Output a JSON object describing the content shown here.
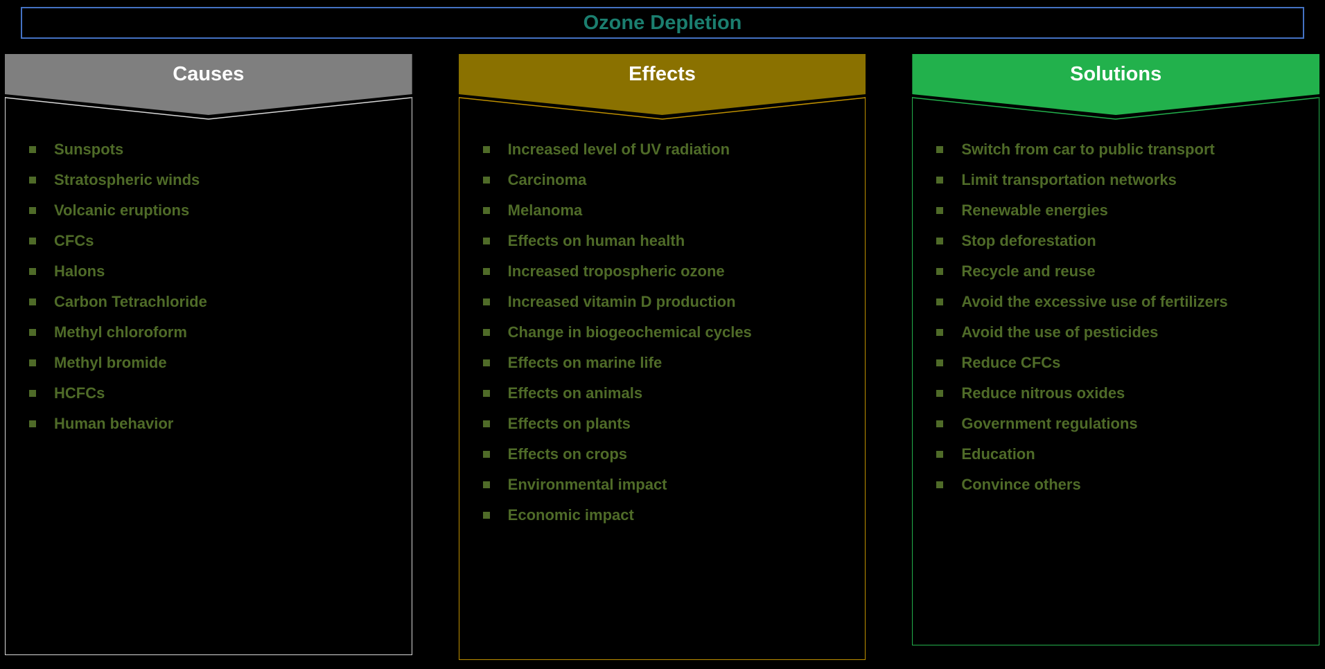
{
  "title": "Ozone Depletion",
  "title_color": "#1b7e6f",
  "title_border_color": "#4472c4",
  "background_color": "#000000",
  "item_text_color": "#4f6b28",
  "bullet_icon": "square-bullet",
  "columns": [
    {
      "label": "Causes",
      "header_color": "#7f7f7f",
      "header_text_color": "#ffffff",
      "border_color": "#d9d9d9",
      "items": [
        "Sunspots",
        "Stratospheric winds",
        "Volcanic eruptions",
        "CFCs",
        "Halons",
        "Carbon Tetrachloride",
        "Methyl chloroform",
        "Methyl bromide",
        "HCFCs",
        "Human behavior"
      ]
    },
    {
      "label": "Effects",
      "header_color": "#8a7100",
      "header_text_color": "#ffffff",
      "border_color": "#bf9000",
      "items": [
        "Increased level of UV radiation",
        "Carcinoma",
        "Melanoma",
        "Effects on human health",
        "Increased tropospheric ozone",
        "Increased vitamin D production",
        "Change in biogeochemical cycles",
        "Effects on marine life",
        "Effects on animals",
        "Effects on plants",
        "Effects on crops",
        "Environmental impact",
        "Economic impact"
      ]
    },
    {
      "label": "Solutions",
      "header_color": "#22b14c",
      "header_text_color": "#ffffff",
      "border_color": "#22b14c",
      "items": [
        "Switch from car to public transport",
        "Limit transportation networks",
        "Renewable energies",
        "Stop deforestation",
        "Recycle and reuse",
        "Avoid the excessive use of fertilizers",
        "Avoid the use of pesticides",
        "Reduce CFCs",
        "Reduce nitrous oxides",
        "Government regulations",
        "Education",
        "Convince others"
      ]
    }
  ]
}
